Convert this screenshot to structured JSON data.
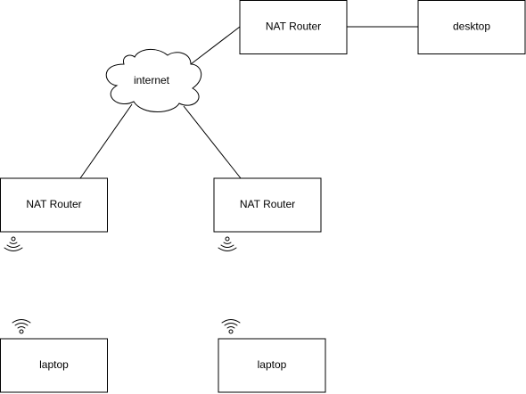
{
  "colors": {
    "stroke": "#000000",
    "fill": "#ffffff",
    "text": "#000000"
  },
  "nodes": {
    "internet": {
      "label": "internet",
      "shape": "cloud"
    },
    "router_top": {
      "label": "NAT Router",
      "shape": "rectangle"
    },
    "desktop": {
      "label": "desktop",
      "shape": "rectangle"
    },
    "router_left": {
      "label": "NAT Router",
      "shape": "rectangle"
    },
    "router_right": {
      "label": "NAT Router",
      "shape": "rectangle"
    },
    "laptop_left": {
      "label": "laptop",
      "shape": "rectangle"
    },
    "laptop_right": {
      "label": "laptop",
      "shape": "rectangle"
    }
  },
  "edges": [
    {
      "from": "internet",
      "to": "router_top"
    },
    {
      "from": "router_top",
      "to": "desktop"
    },
    {
      "from": "internet",
      "to": "router_left"
    },
    {
      "from": "internet",
      "to": "router_right"
    }
  ],
  "icons": [
    {
      "name": "wifi-broadcast-icon",
      "attached_to": "router_left"
    },
    {
      "name": "wifi-broadcast-icon",
      "attached_to": "router_right"
    },
    {
      "name": "wifi-signal-icon",
      "attached_to": "laptop_left"
    },
    {
      "name": "wifi-signal-icon",
      "attached_to": "laptop_right"
    }
  ]
}
